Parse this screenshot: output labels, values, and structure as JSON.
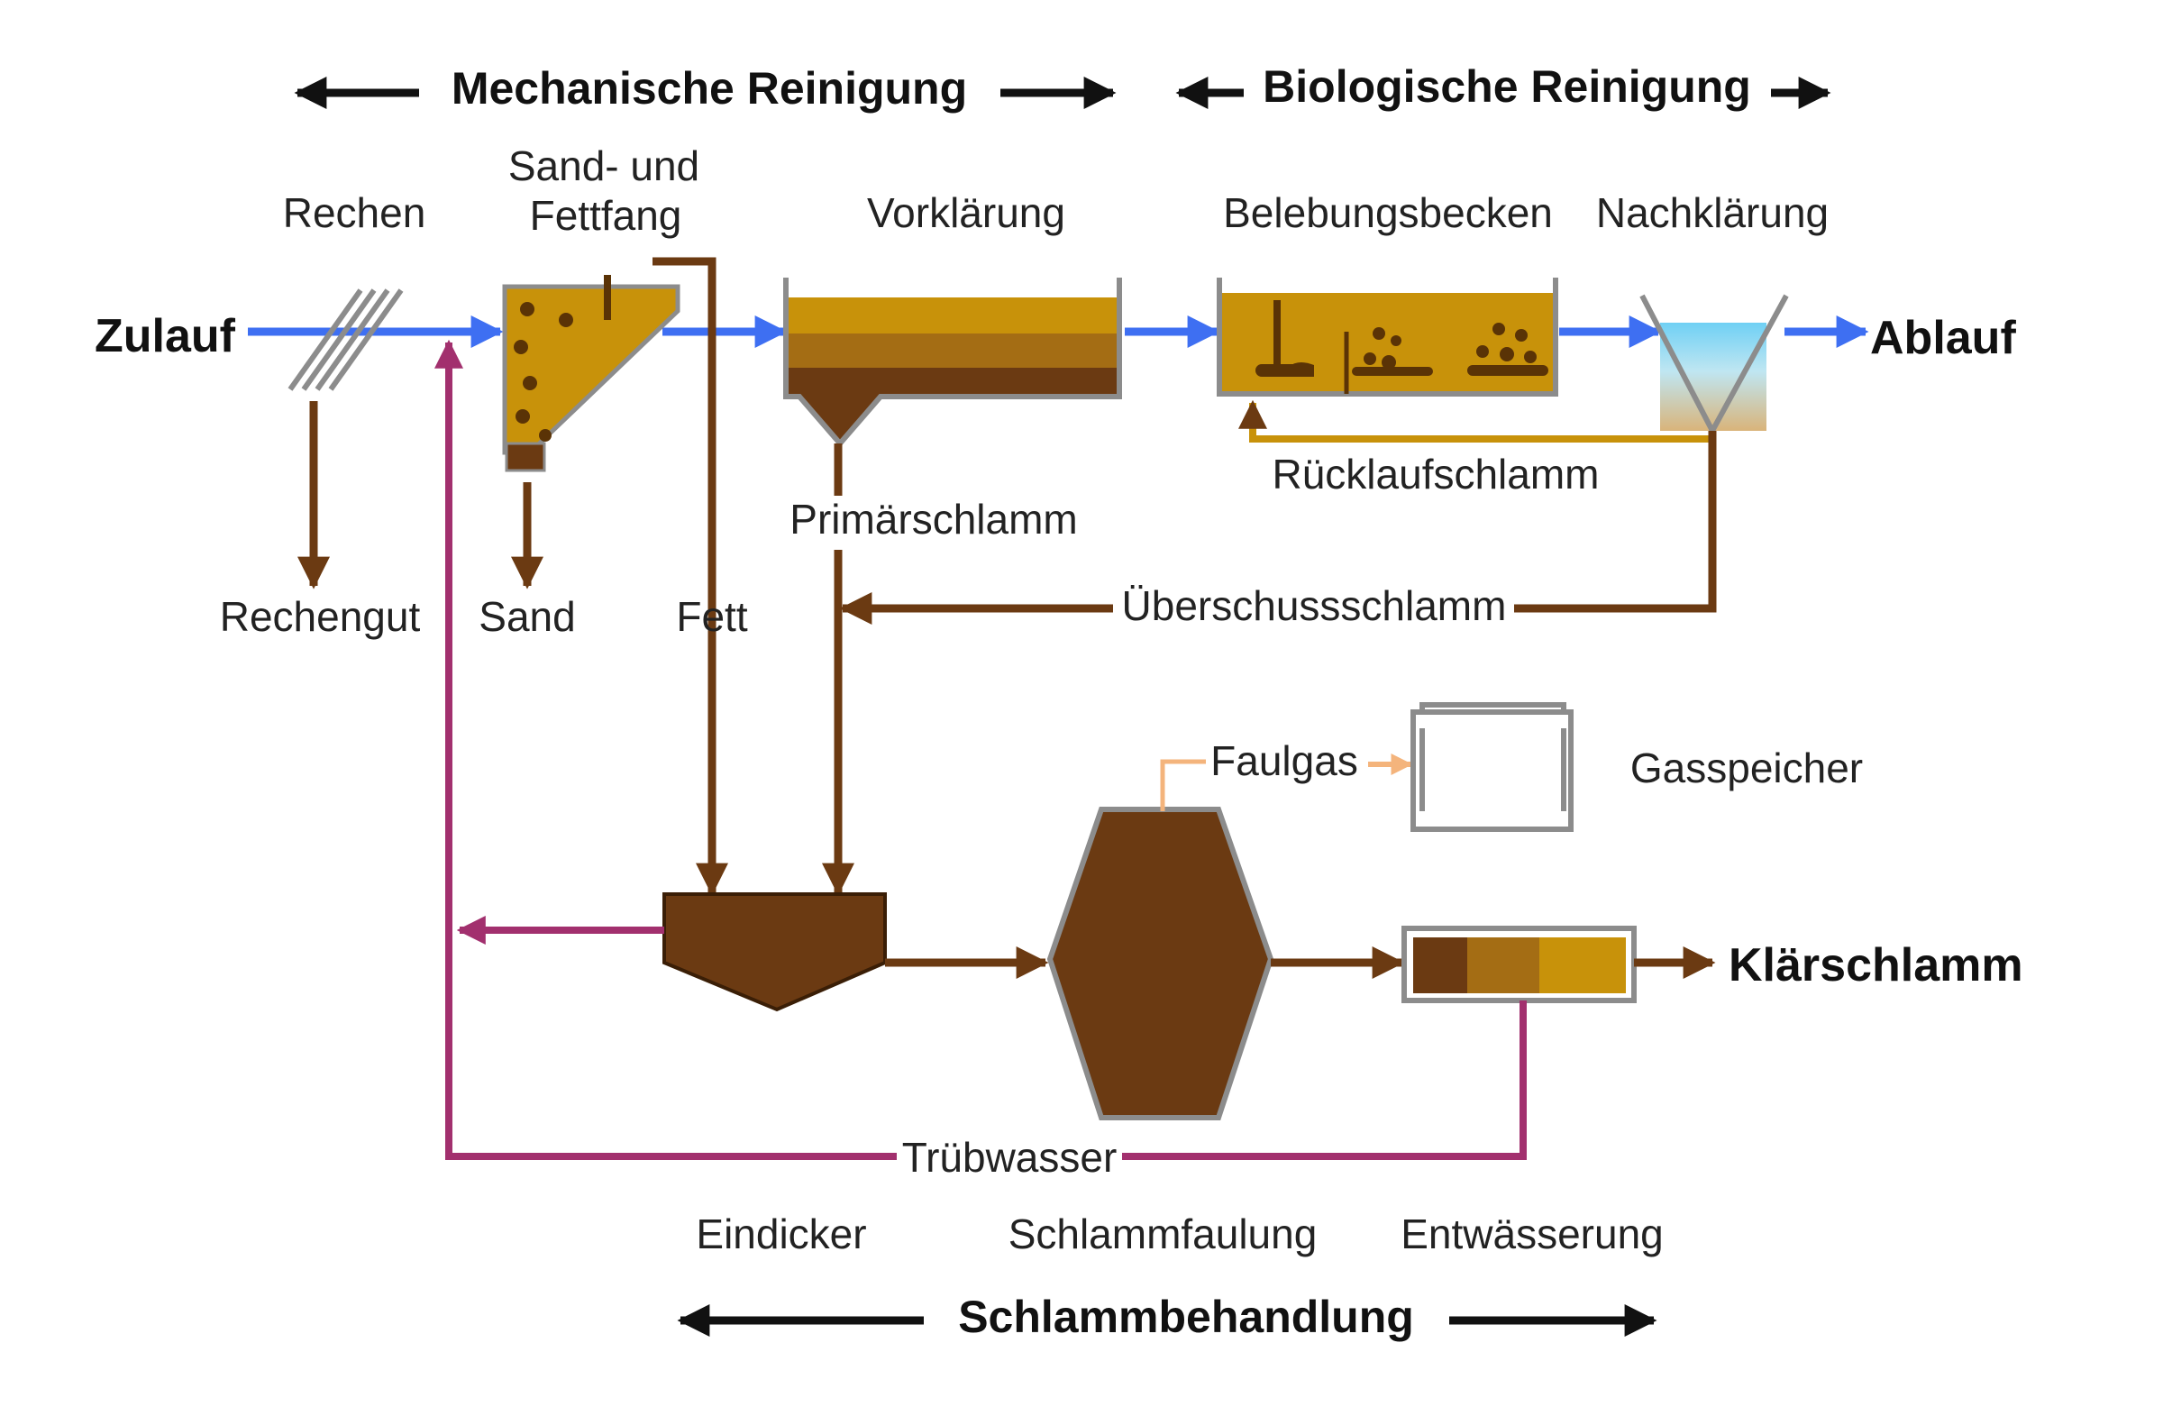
{
  "sections": {
    "mechanical": "Mechanische Reinigung",
    "biological": "Biologische Reinigung",
    "sludge": "Schlammbehandlung"
  },
  "stages": {
    "rechen": "Rechen",
    "sandfang_line1": "Sand- und",
    "sandfang_line2": "Fettfang",
    "vorklaerung": "Vorklärung",
    "belebungsbecken": "Belebungsbecken",
    "nachklaerung": "Nachklärung",
    "eindicker": "Eindicker",
    "schlammfaulung": "Schlammfaulung",
    "entwaesserung": "Entwässerung",
    "gasspeicher": "Gasspeicher"
  },
  "flows": {
    "zulauf": "Zulauf",
    "ablauf": "Ablauf",
    "rechengut": "Rechengut",
    "sand": "Sand",
    "fett": "Fett",
    "primaerschlamm": "Primärschlamm",
    "ruecklaufschlamm": "Rücklaufschlamm",
    "ueberschussschlamm": "Überschussschlamm",
    "faulgas": "Faulgas",
    "truebwasser": "Trübwasser",
    "klaerschlamm": "Klärschlamm"
  },
  "colors": {
    "water": "#3e6ff2",
    "sludge": "#6b3a12",
    "ochre": "#c8920a",
    "dark_sludge": "#5a3306",
    "turbid_water": "#a2306e",
    "gas": "#f4b47c",
    "equipment_grey": "#8c8c8c",
    "clear_water": "#7fd7f5"
  }
}
